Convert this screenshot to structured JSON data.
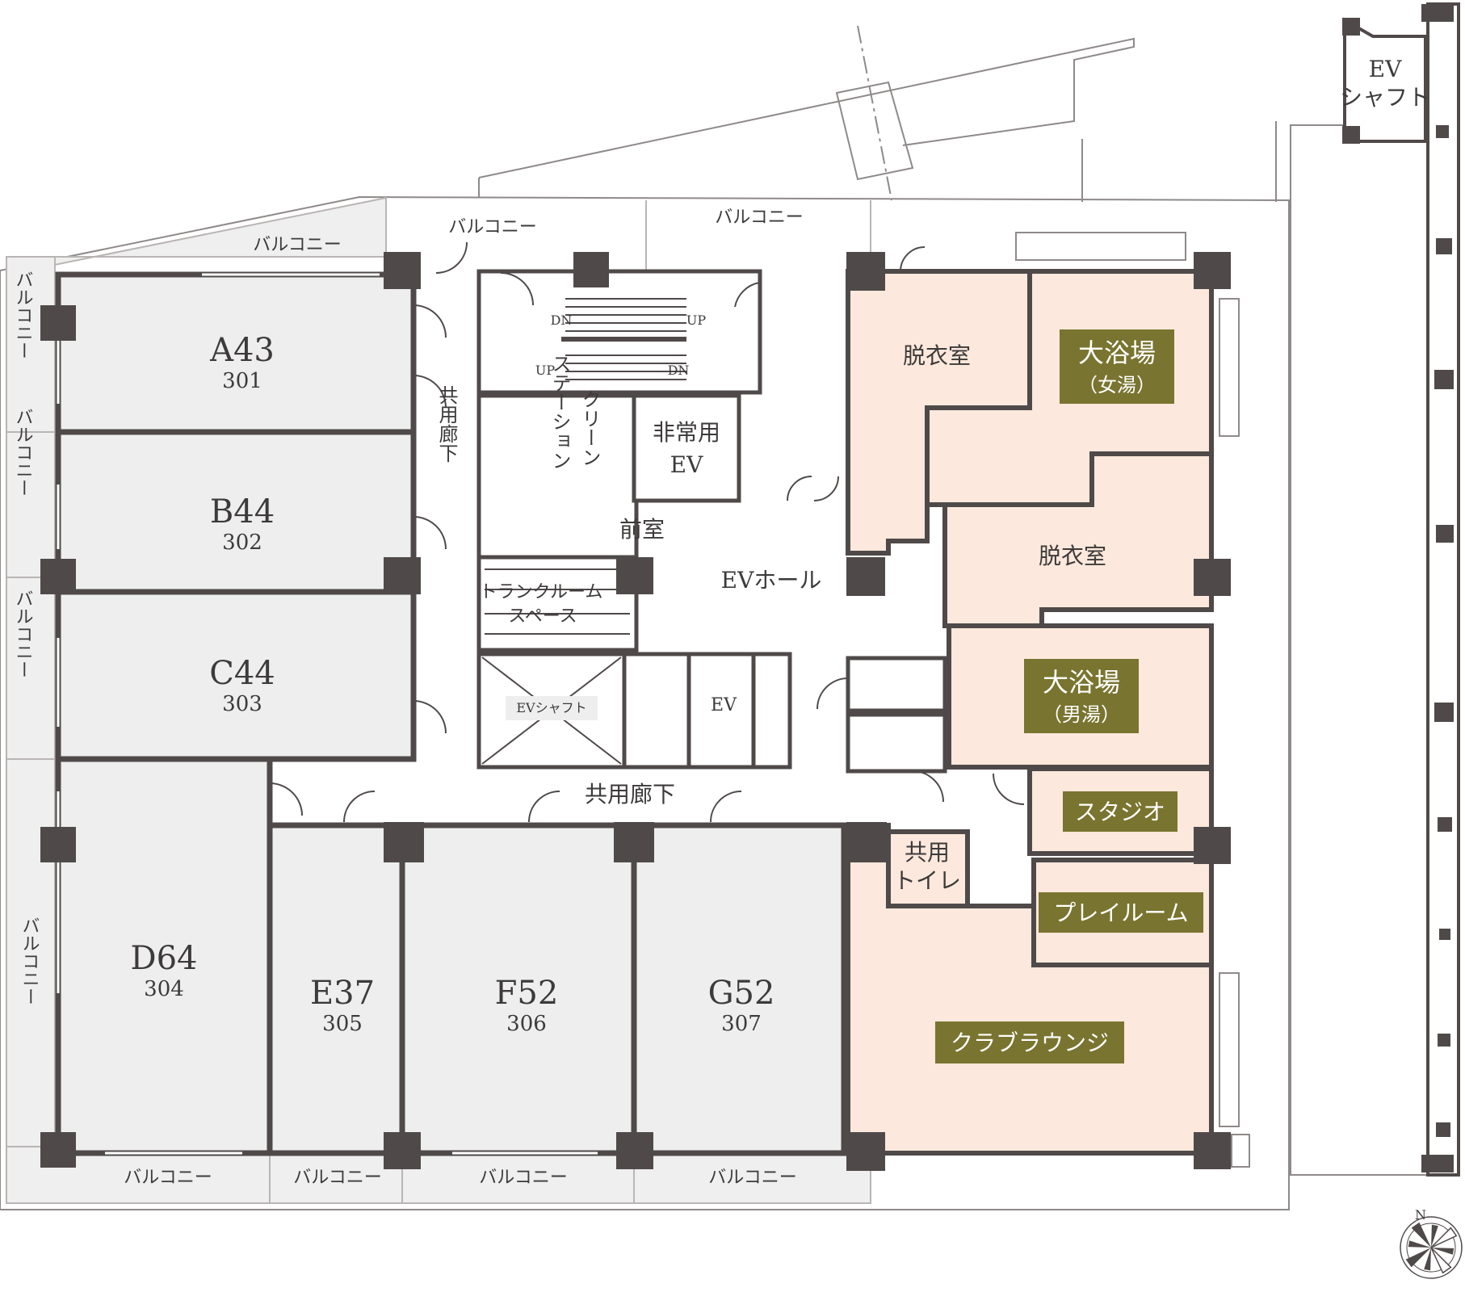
{
  "colors": {
    "wall": "#4f4a49",
    "unit_fill": "#eeeeee",
    "balcony_fill": "#efefef",
    "amenity_fill": "#fce8dc",
    "plate": "#79742f",
    "text": "#3d3a3a"
  },
  "units": [
    {
      "type": "A43",
      "number": "301"
    },
    {
      "type": "B44",
      "number": "302"
    },
    {
      "type": "C44",
      "number": "303"
    },
    {
      "type": "D64",
      "number": "304"
    },
    {
      "type": "E37",
      "number": "305"
    },
    {
      "type": "F52",
      "number": "306"
    },
    {
      "type": "G52",
      "number": "307"
    }
  ],
  "labels": {
    "balcony": "バルコニー",
    "corridor": "共用廊下",
    "corridor_vertical": "共用廊下",
    "ev_hall": "EVホール",
    "ev": "EV",
    "ev_shaft": "EVシャフト",
    "ev_shaft_corner_1": "EV",
    "ev_shaft_corner_2": "シャフト",
    "emergency_ev_1": "非常用",
    "emergency_ev_2": "EV",
    "clean_station_1": "クリーン",
    "clean_station_2": "ステーション",
    "front_room": "前室",
    "trunk_room_1": "トランクルーム",
    "trunk_room_2": "スペース",
    "toilet_1": "共用",
    "toilet_2": "トイレ",
    "changing_room": "脱衣室",
    "stair_dn": "DN",
    "stair_up": "UP",
    "compass_n": "N"
  },
  "amenities": {
    "bath_women_1": "大浴場",
    "bath_women_2": "（女湯）",
    "bath_men_1": "大浴場",
    "bath_men_2": "（男湯）",
    "studio": "スタジオ",
    "playroom": "プレイルーム",
    "lounge": "クラブラウンジ"
  }
}
